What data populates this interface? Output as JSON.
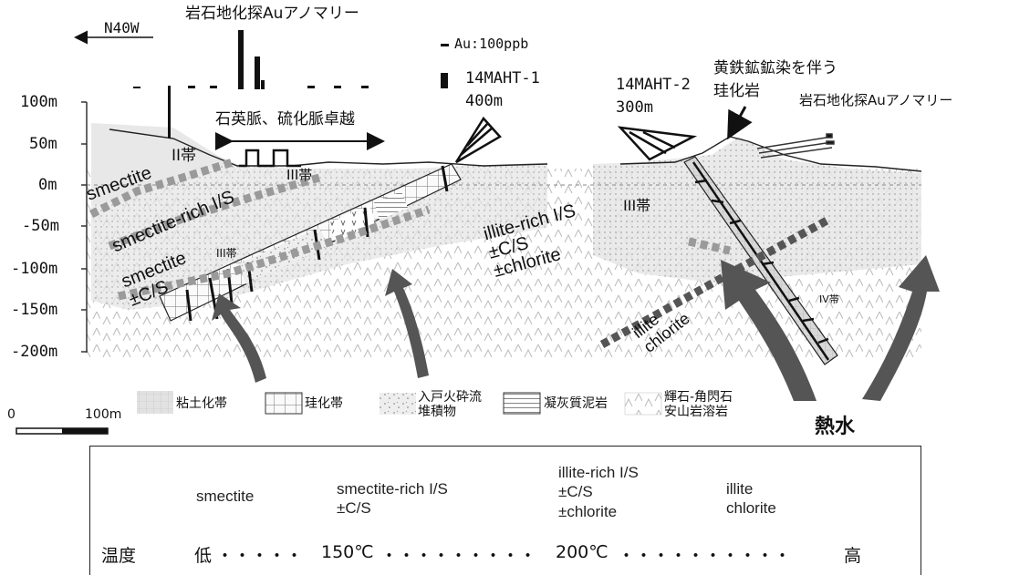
{
  "direction": "N40W",
  "anomaly_title": "岩石地化探Auアノマリー",
  "au_legend": "Au:100ppb",
  "quartz_veins": "石英脈、硫化脈卓越",
  "drill1": {
    "name": "14MAHT-1",
    "depth": "400m"
  },
  "drill2": {
    "name": "14MAHT-2",
    "depth": "300m"
  },
  "pyrite": {
    "line1": "黄鉄鉱鉱染を伴う",
    "line2": "珪化岩"
  },
  "anomaly_right": "岩石地化探Auアノマリー",
  "y_ticks": [
    "100m",
    "50m",
    "0m",
    "-50m",
    "-100m",
    "-150m",
    "-200m"
  ],
  "zones": {
    "zone2": "II帯",
    "zone3": "III帯",
    "zone3_right": "III帯",
    "zone3_small": "III帯",
    "zone4": "IV帯"
  },
  "clay_labels": {
    "smectite": "smectite",
    "smectite_rich": "smectite-rich I/S",
    "smectite_cs": "smectite\n±C/S",
    "illite_rich": "illite-rich I/S\n±C/S\n±chlorite",
    "illite_chlorite": "illite\nchlorite"
  },
  "hydrothermal": "熱水",
  "scale": {
    "start": "0",
    "end": "100m"
  },
  "legend": [
    {
      "pattern": "clay",
      "label": "粘土化帯"
    },
    {
      "pattern": "silica",
      "label": "珪化帯"
    },
    {
      "pattern": "pyroclastic",
      "label": "入戸火砕流\n堆積物"
    },
    {
      "pattern": "mudstone",
      "label": "凝灰質泥岩"
    },
    {
      "pattern": "andesite",
      "label": "輝石-角閃石\n安山岩溶岩"
    }
  ],
  "temperature_table": {
    "columns": [
      "smectite",
      "smectite-rich I/S\n±C/S",
      "illite-rich I/S\n±C/S\n±chlorite",
      "illite\nchlorite"
    ],
    "row_label": "温度",
    "scale": [
      "低",
      "150℃",
      "200℃",
      "高"
    ]
  }
}
